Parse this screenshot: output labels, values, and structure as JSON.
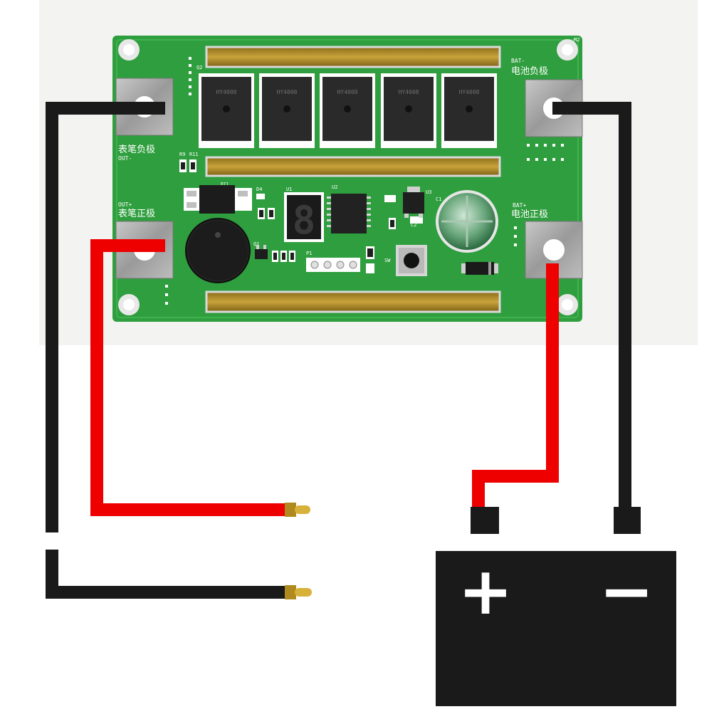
{
  "board": {
    "labels": {
      "probe_negative": "表笔负极",
      "out_minus": "OUT-",
      "probe_positive": "表笔正极",
      "out_plus": "OUT+",
      "battery_negative": "电池负极",
      "bat_minus": "BAT-",
      "battery_positive": "电池正极",
      "bat_plus": "BAT+"
    },
    "refs": {
      "q2": "Q2",
      "r9": "R9",
      "r11": "R11",
      "ecl": "ECL",
      "d4": "D4",
      "u1": "U1",
      "u2": "U2",
      "u3": "U3",
      "c1": "C1",
      "c2": "C2",
      "q1": "Q1",
      "p1": "P1",
      "sw": "SW",
      "m2": "M2"
    },
    "mosfet_marking": "HY4008",
    "display_digit": "8"
  },
  "battery": {
    "plus_symbol": "+",
    "minus_symbol": "−"
  },
  "colors": {
    "pcb_green": "#2f9e3e",
    "wire_red": "#ee0000",
    "wire_black": "#1a1a1a",
    "copper_strip": "#b9962c",
    "display_red": "#ff3030"
  }
}
